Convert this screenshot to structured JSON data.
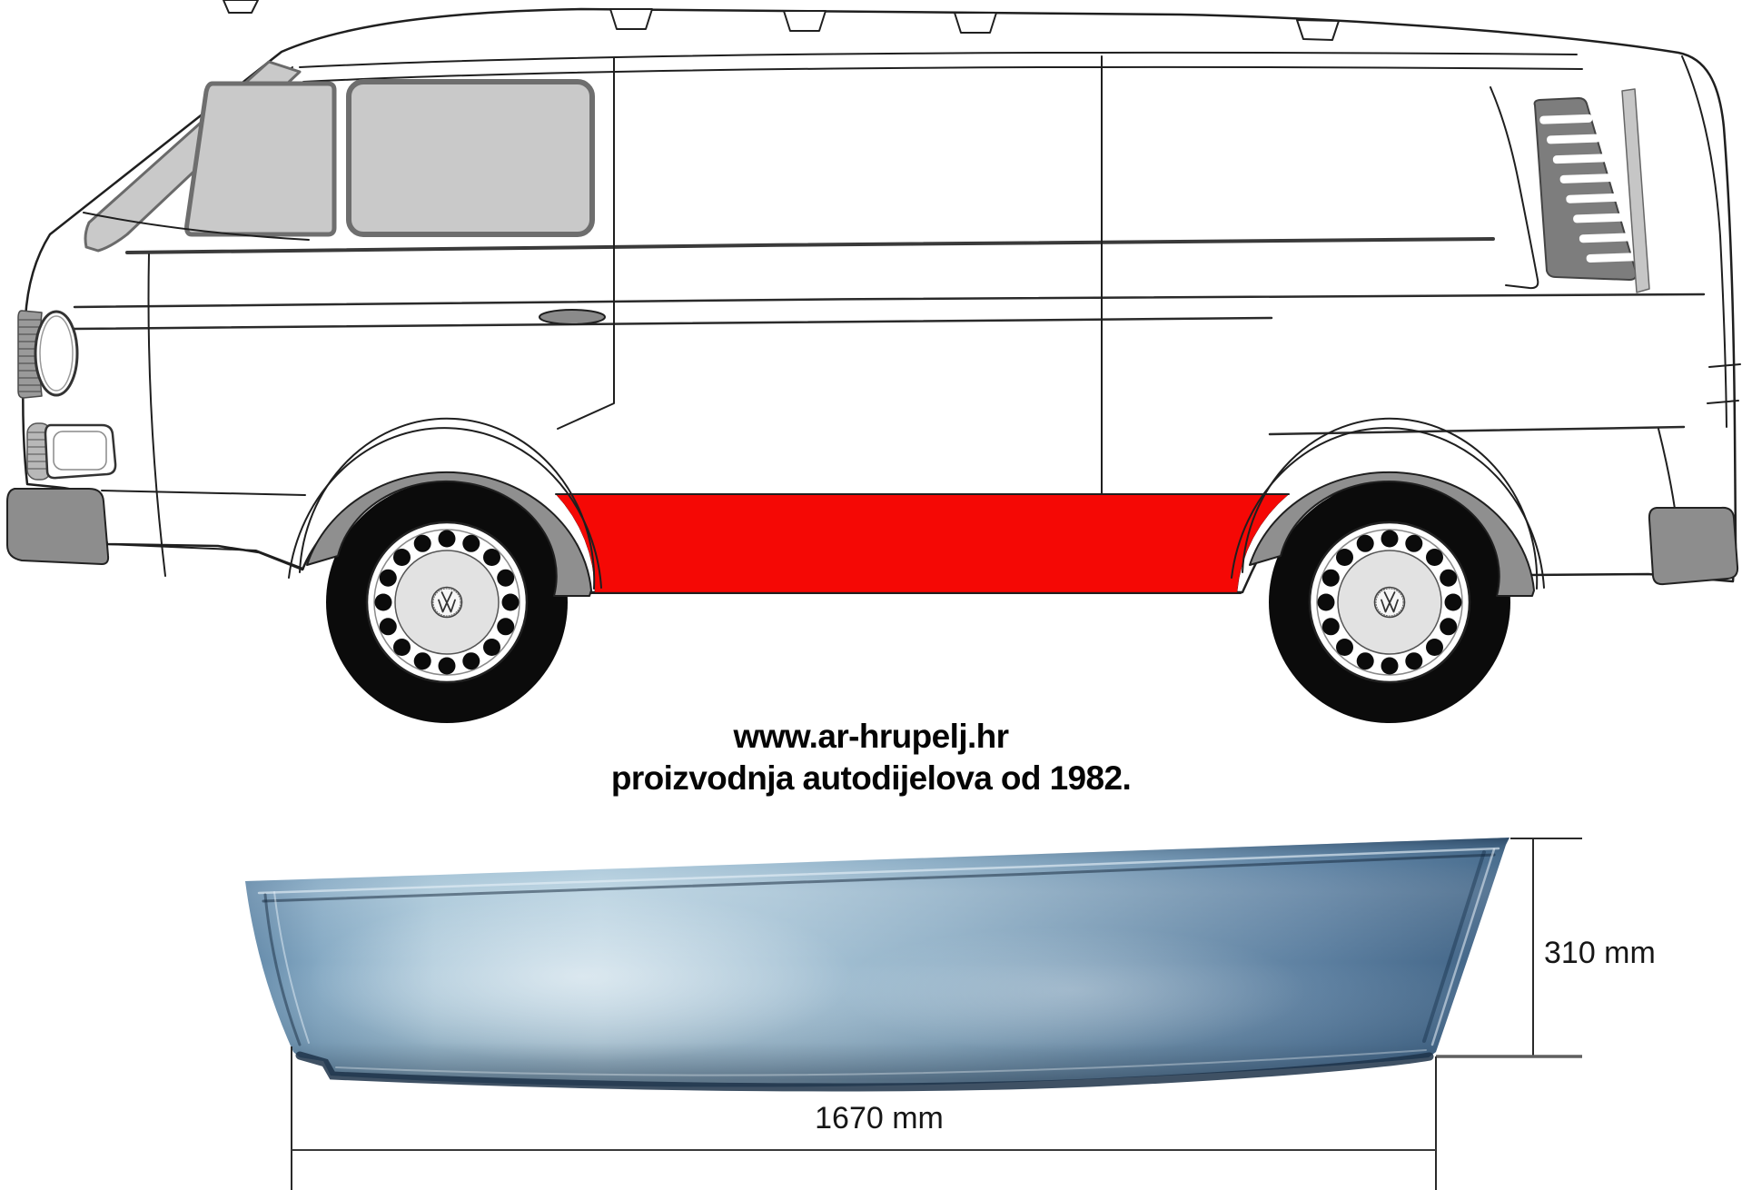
{
  "branding": {
    "website": "www.ar-hrupelj.hr",
    "tagline": "proizvodnja autodijelova od 1982."
  },
  "dimensions": {
    "part_height": "310 mm",
    "part_length": "1670 mm"
  },
  "highlight": {
    "part": "sill-rocker-panel",
    "color": "#f50805"
  },
  "icons": {
    "wheel_hub": "vw-logo"
  },
  "colors": {
    "line_art": "#1f1f1f",
    "glass_gray": "#c9c9c9",
    "trim_gray": "#8f8f8f",
    "bumper_gray": "#8d8d8d",
    "part_steel_light": "#b7d1e0",
    "part_steel_mid": "#7fa3c0",
    "part_steel_dark": "#426180"
  }
}
